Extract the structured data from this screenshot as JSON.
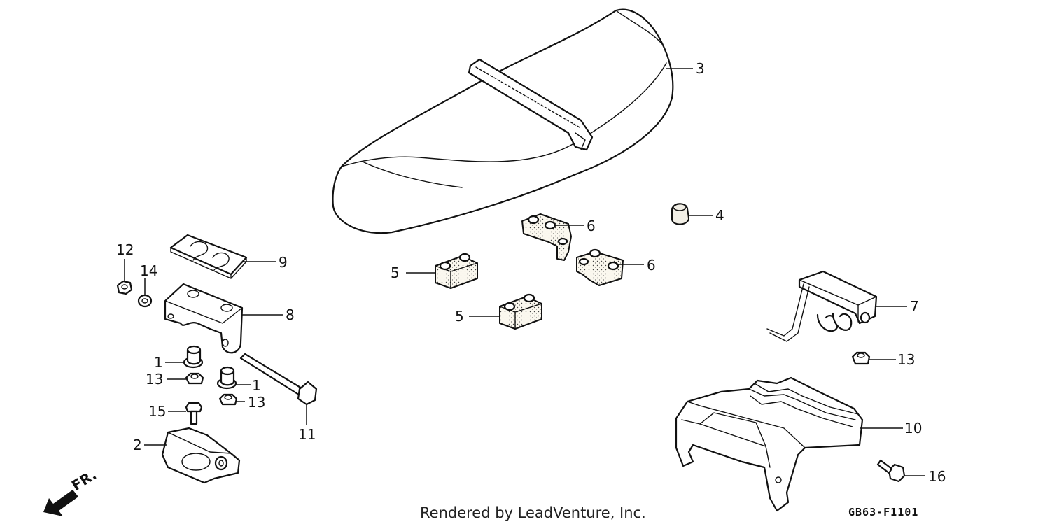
{
  "footer": {
    "credit": "Rendered by LeadVenture, Inc.",
    "code": "GB63-F1101"
  },
  "direction": {
    "label": "FR."
  },
  "callouts": {
    "c1a": "1",
    "c1b": "1",
    "c2": "2",
    "c3": "3",
    "c4": "4",
    "c5a": "5",
    "c5b": "5",
    "c6a": "6",
    "c6b": "6",
    "c7": "7",
    "c8": "8",
    "c9": "9",
    "c10": "10",
    "c11": "11",
    "c12": "12",
    "c13a": "13",
    "c13b": "13",
    "c13c": "13",
    "c14": "14",
    "c15": "15",
    "c16": "16"
  }
}
